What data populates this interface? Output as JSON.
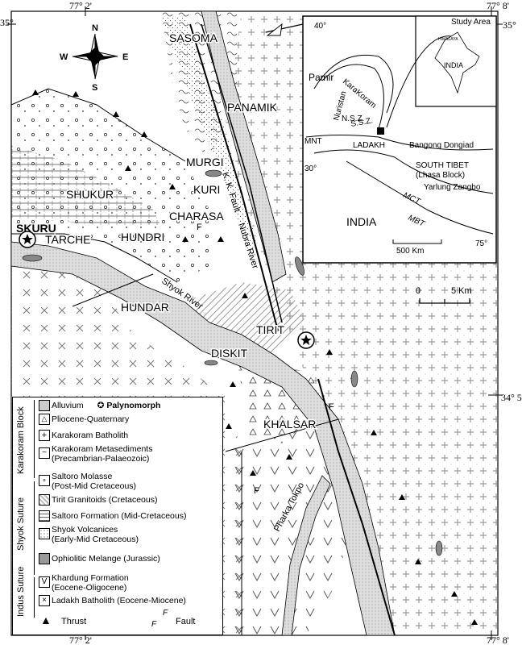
{
  "coords": {
    "top_left_lon": "77° 2'",
    "top_right_lon": "77° 8'",
    "bottom_left_lon": "77° 2'",
    "bottom_right_lon": "77° 8'",
    "top_left_lat": "35°",
    "top_right_lat": "35°",
    "mid_right_lat": "34° 5'"
  },
  "compass": {
    "n": "N",
    "s": "S",
    "e": "E",
    "w": "W"
  },
  "places": {
    "sasoma": "SASOMA",
    "panamik": "PANAMIK",
    "murgi": "MURGI",
    "kuri": "KURI",
    "shukur": "SHUKUR",
    "charasa": "CHARASA",
    "skuru": "SKURU",
    "tarche": "TARCHE",
    "hundri": "HUNDRI",
    "hundar": "HUNDAR",
    "tirit": "TIRIT",
    "diskit": "DISKIT",
    "khalsar": "KHALSAR"
  },
  "features": {
    "kk_fault": "K. K. Fault",
    "nubra_river": "Nubra River",
    "shyok_river": "Shyok River",
    "pharka_tokpo": "Pharka Tokpo",
    "fault_f": "F"
  },
  "scale": {
    "zero": "0",
    "five": "5 Km"
  },
  "inset": {
    "study_area": "Study Area",
    "pamir": "Pamir",
    "karakoram": "KaraKoram",
    "nuristan": "Nuristan",
    "nsz": "N.S.Z.",
    "ssz": "S.S.Z.",
    "mnt": "MNT",
    "ladakh": "LADAKH",
    "bangong": "Bangong Dongiad",
    "south_tibet": "SOUTH TIBET",
    "lhasa": "(Lhasa Block)",
    "yarlung": "Yarlung Zangbo",
    "mct": "MCT",
    "mbt": "MBT",
    "india_big": "INDIA",
    "india_small": "INDIA",
    "himalaya": "HIMALAYA",
    "lat40": "40°",
    "lat30": "30°",
    "lon75": "75°",
    "scale": "500 Km"
  },
  "legend": {
    "groups": {
      "karakoram": "Karakoram Block",
      "shyok": "Shyok Suture",
      "indus": "Indus Suture"
    },
    "items": [
      {
        "label": "Alluvium",
        "extra": "Palynomorph"
      },
      {
        "label": "Pliocene-Quaternary"
      },
      {
        "label": "Karakoram Batholith"
      },
      {
        "label": "Karakoram Metasediments",
        "sub": "(Precambrian-Palaeozoic)"
      },
      {
        "label": "Saltoro Molasse",
        "sub": "(Post-Mid Cretaceous)"
      },
      {
        "label": "Tirit Granitoids (Cretaceous)"
      },
      {
        "label": "Saltoro Formation (Mid-Cretaceous)"
      },
      {
        "label": "Shyok Volcanices",
        "sub": "(Early-Mid Cretaceous)"
      },
      {
        "label": "Ophiolitic Melange (Jurassic)"
      },
      {
        "label": "Khardung Formation",
        "sub": "(Eocene-Oligocene)"
      },
      {
        "label": "Ladakh Batholith (Eocene-Miocene)"
      }
    ],
    "thrust": "Thrust",
    "fault": "Fault",
    "fault_f": "F"
  }
}
